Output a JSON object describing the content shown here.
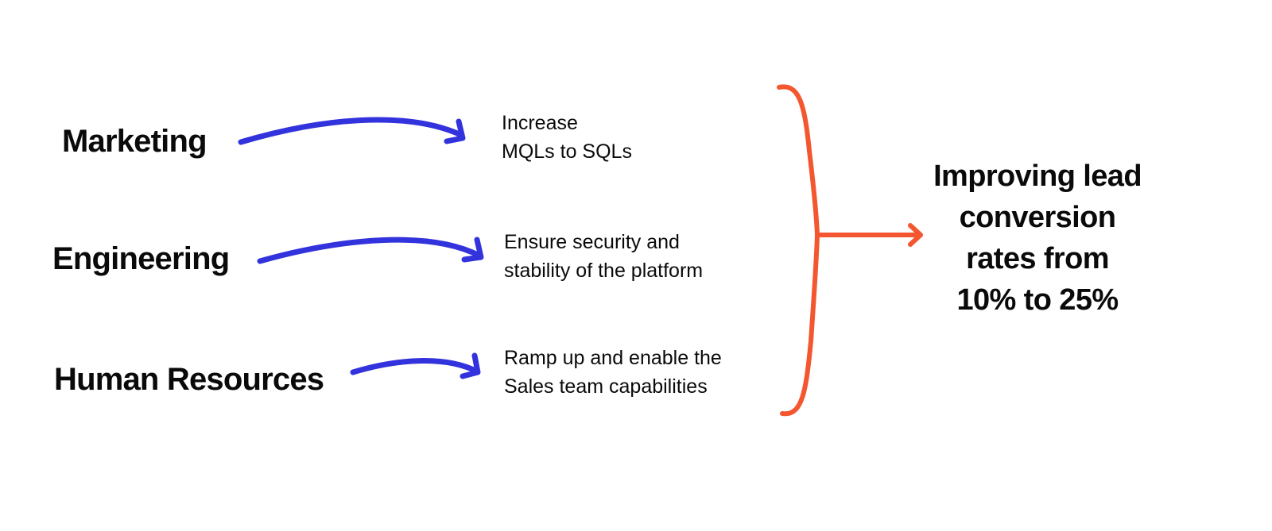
{
  "departments": [
    {
      "name": "Marketing",
      "goal_lines": [
        "Increase",
        "MQLs to SQLs"
      ]
    },
    {
      "name": "Engineering",
      "goal_lines": [
        "Ensure security and",
        "stability of the platform"
      ]
    },
    {
      "name": "Human Resources",
      "goal_lines": [
        "Ramp up and enable the",
        "Sales team capabilities"
      ]
    }
  ],
  "outcome": {
    "lines": [
      "Improving lead",
      "conversion",
      "rates from",
      "10% to 25%"
    ]
  },
  "colors": {
    "department_arrow": "#3333dd",
    "bracket": "#f4562f",
    "text": "#0a0a0a",
    "background": "#ffffff"
  }
}
